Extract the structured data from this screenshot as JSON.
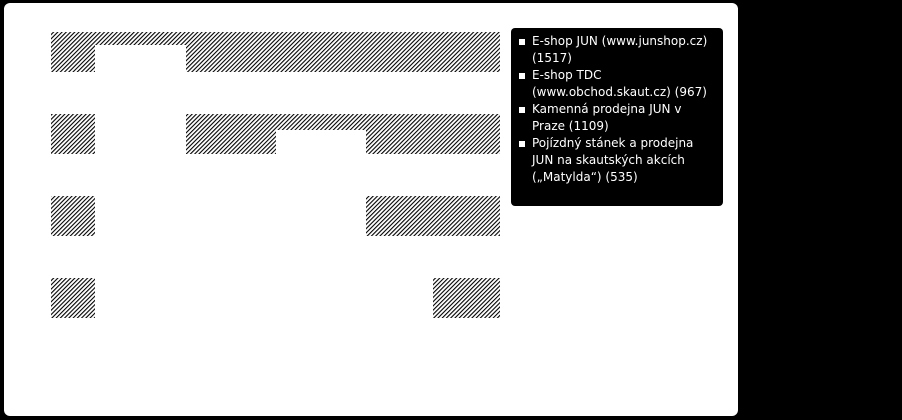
{
  "chart_data": {
    "type": "table",
    "categories": [
      "E-shop JUN (www.junshop.cz) (1517)",
      "E-shop TDC (www.obchod.skaut.cz) (967)",
      "Kamenná prodejna JUN v Praze (1109)",
      "Pojízdný stánek a prodejna JUN na skautských akcích („Matylda“) (535)"
    ],
    "columns": 5,
    "cells": [
      [
        1,
        0,
        1,
        1,
        1
      ],
      [
        1,
        0,
        1,
        0,
        1
      ],
      [
        1,
        0,
        0,
        0,
        1
      ],
      [
        1,
        0,
        0,
        0,
        0.5
      ]
    ],
    "legend_position": "top-right",
    "colors": {
      "fill": "#000000",
      "background": "#ffffff",
      "legend_bg": "#000000",
      "legend_text": "#ffffff"
    }
  },
  "legend": {
    "items": [
      "E-shop JUN (www.junshop.cz) (1517)",
      "E-shop TDC (www.obchod.skaut.cz) (967)",
      "Kamenná prodejna JUN v Praze (1109)",
      "Pojízdný stánek a prodejna JUN na skautských akcích („Matylda“) (535)"
    ]
  }
}
